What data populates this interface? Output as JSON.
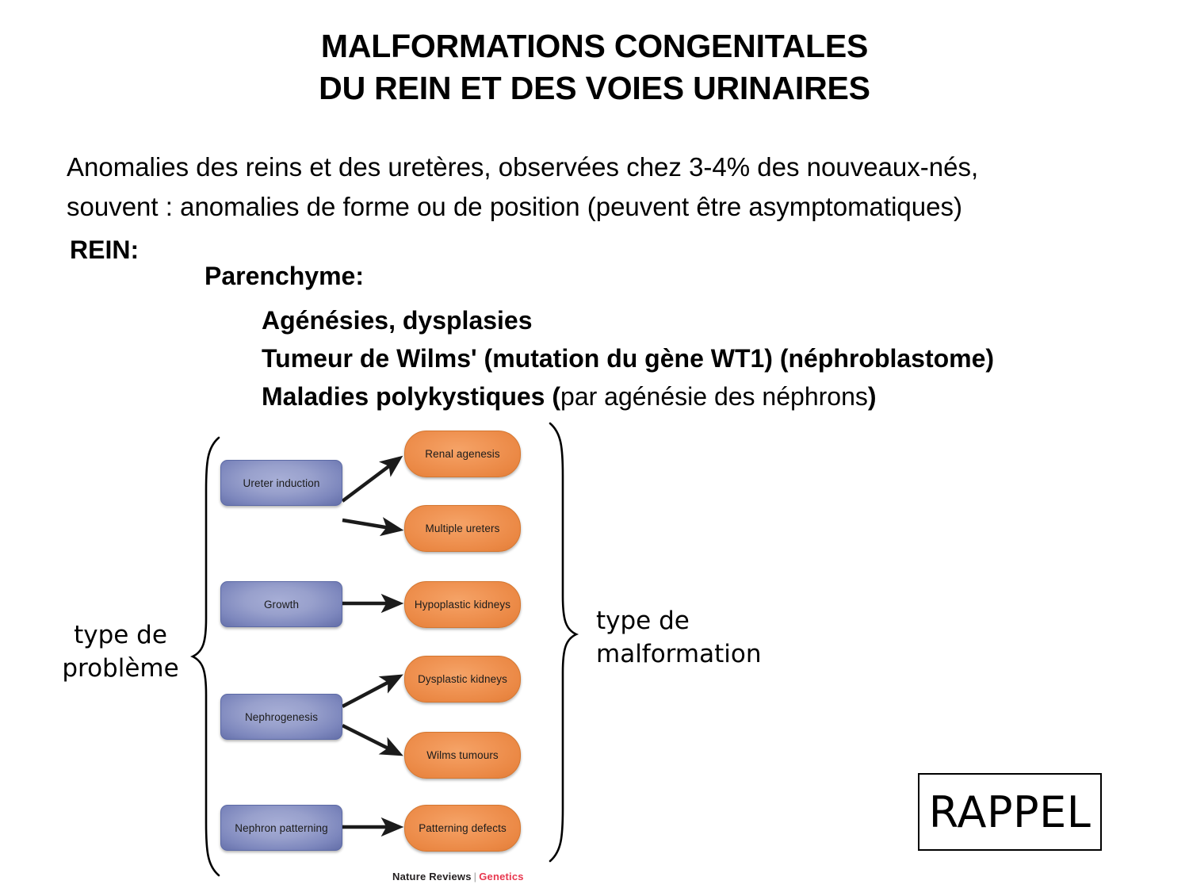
{
  "slide": {
    "title_line1": "MALFORMATIONS CONGENITALES",
    "title_line2": "DU REIN ET DES VOIES URINAIRES",
    "intro_line1": "Anomalies des reins et des uretères, observées chez 3-4% des nouveaux-nés,",
    "intro_line2": "souvent : anomalies de forme ou de position (peuvent être asymptomatiques)",
    "rein_label": "REIN:",
    "parenchyme_label": "Parenchyme:",
    "parenchyme_items": [
      "Agénésies, dysplasies",
      "Tumeur de Wilms' (mutation du gène WT1) (néphroblastome)"
    ],
    "polykystiques_bold_open": "Maladies polykystiques (",
    "polykystiques_regular": "par agénésie des néphrons",
    "polykystiques_bold_close": ")",
    "rappel_label": "RAPPEL"
  },
  "annotations": {
    "left_label": "type de\nproblème",
    "left_label_line1": "type de",
    "left_label_line2": "problème",
    "right_label_line1": "type de",
    "right_label_line2": "malformation"
  },
  "credit": {
    "publisher": "Nature Reviews",
    "separator": "|",
    "journal": "Genetics"
  },
  "colors": {
    "blue_box": "#7d87bd",
    "orange_box": "#ea8743",
    "genetics_red": "#e8384f",
    "text": "#000000",
    "background": "#ffffff"
  },
  "chart_data": {
    "type": "diagram",
    "title": "Renal developmental problems and resulting malformations",
    "left_column_header": "type de problème",
    "right_column_header": "type de malformation",
    "nodes": [
      {
        "id": "ureter-induction",
        "label": "Ureter induction",
        "column": "problem",
        "color": "#7d87bd"
      },
      {
        "id": "growth",
        "label": "Growth",
        "column": "problem",
        "color": "#7d87bd"
      },
      {
        "id": "nephrogenesis",
        "label": "Nephrogenesis",
        "column": "problem",
        "color": "#7d87bd"
      },
      {
        "id": "nephron-patterning",
        "label": "Nephron patterning",
        "column": "problem",
        "color": "#7d87bd"
      },
      {
        "id": "renal-agenesis",
        "label": "Renal agenesis",
        "column": "malformation",
        "color": "#ea8743"
      },
      {
        "id": "multiple-ureters",
        "label": "Multiple ureters",
        "column": "malformation",
        "color": "#ea8743"
      },
      {
        "id": "hypoplastic-kidneys",
        "label": "Hypoplastic kidneys",
        "column": "malformation",
        "color": "#ea8743"
      },
      {
        "id": "dysplastic-kidneys",
        "label": "Dysplastic kidneys",
        "column": "malformation",
        "color": "#ea8743"
      },
      {
        "id": "wilms-tumours",
        "label": "Wilms tumours",
        "column": "malformation",
        "color": "#ea8743"
      },
      {
        "id": "patterning-defects",
        "label": "Patterning defects",
        "column": "malformation",
        "color": "#ea8743"
      }
    ],
    "edges": [
      {
        "from": "ureter-induction",
        "to": "renal-agenesis"
      },
      {
        "from": "ureter-induction",
        "to": "multiple-ureters"
      },
      {
        "from": "growth",
        "to": "hypoplastic-kidneys"
      },
      {
        "from": "nephrogenesis",
        "to": "dysplastic-kidneys"
      },
      {
        "from": "nephrogenesis",
        "to": "wilms-tumours"
      },
      {
        "from": "nephron-patterning",
        "to": "patterning-defects"
      }
    ]
  }
}
